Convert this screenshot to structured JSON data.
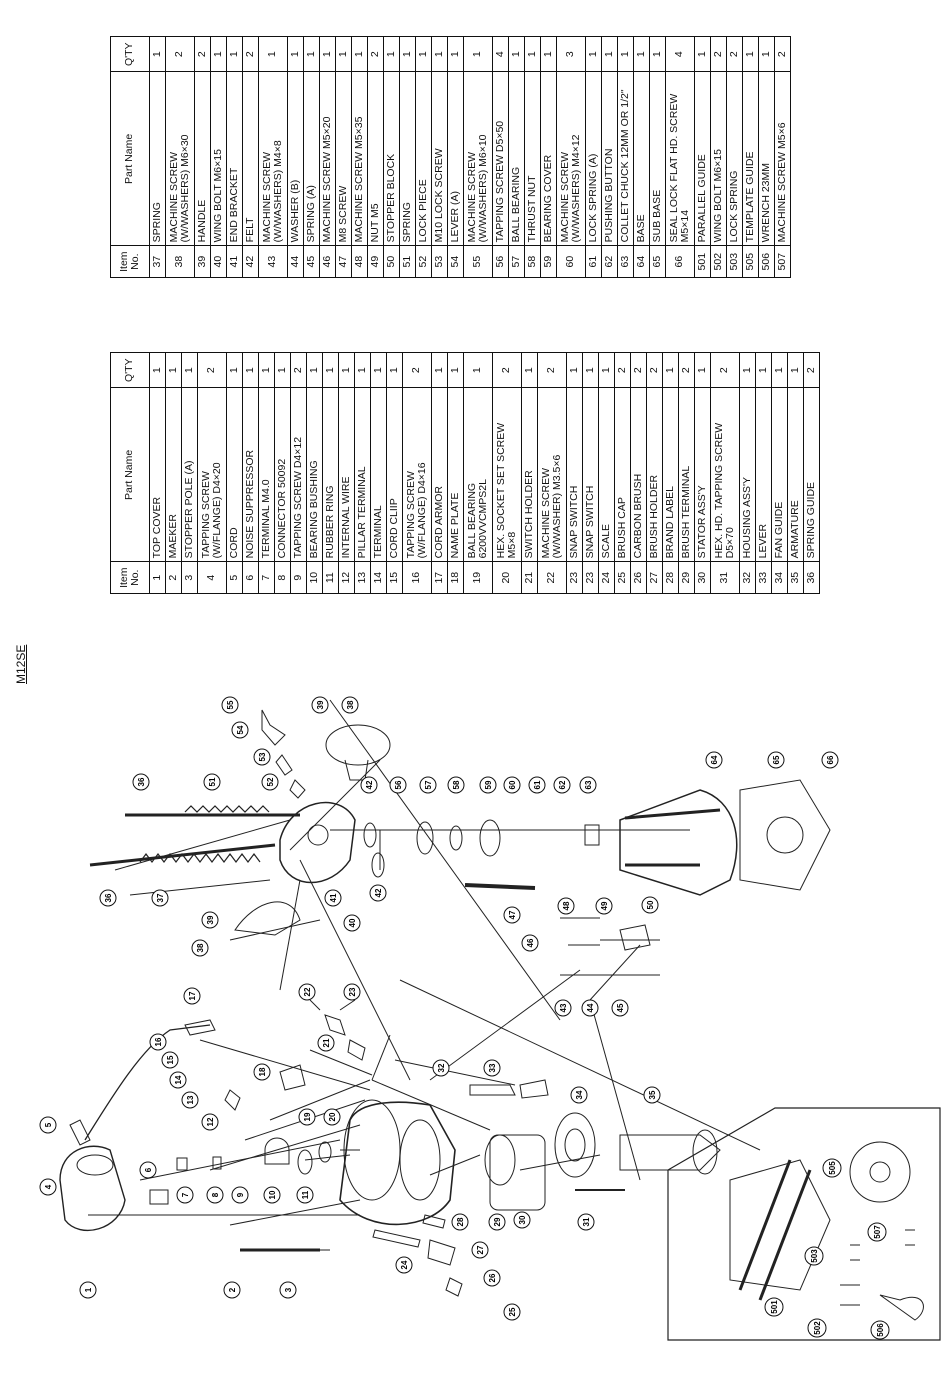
{
  "model": "M12SE",
  "headers": {
    "item_no": "Item No.",
    "part_name": "Part Name",
    "qty": "Q'TY"
  },
  "table_left": [
    {
      "no": "1",
      "name": "TOP COVER",
      "qty": "1"
    },
    {
      "no": "2",
      "name": "MAEKER",
      "qty": "1"
    },
    {
      "no": "3",
      "name": "STOPPER POLE (A)",
      "qty": "1"
    },
    {
      "no": "4",
      "name": "TAPPING SCREW\n(W/FLANGE) D4×20",
      "qty": "2"
    },
    {
      "no": "5",
      "name": "CORD",
      "qty": "1"
    },
    {
      "no": "6",
      "name": "NOISE SUPPRESSOR",
      "qty": "1"
    },
    {
      "no": "7",
      "name": "TERMINAL M4.0",
      "qty": "1"
    },
    {
      "no": "8",
      "name": "CONNECTOR 50092",
      "qty": "1"
    },
    {
      "no": "9",
      "name": "TAPPING SCREW D4×12",
      "qty": "2"
    },
    {
      "no": "10",
      "name": "BEARING BUSHING",
      "qty": "1"
    },
    {
      "no": "11",
      "name": "RUBBER RING",
      "qty": "1"
    },
    {
      "no": "12",
      "name": "INTERNAL WIRE",
      "qty": "1"
    },
    {
      "no": "13",
      "name": "PILLAR TERMINAL",
      "qty": "1"
    },
    {
      "no": "14",
      "name": "TERMINAL",
      "qty": "1"
    },
    {
      "no": "15",
      "name": "CORD CLIIP",
      "qty": "1"
    },
    {
      "no": "16",
      "name": "TAPPING SCREW\n(W/FLANGE) D4×16",
      "qty": "2"
    },
    {
      "no": "17",
      "name": "CORD ARMOR",
      "qty": "1"
    },
    {
      "no": "18",
      "name": "NAME PLATE",
      "qty": "1"
    },
    {
      "no": "19",
      "name": "BALL BEARING\n6200VVCMPS2L",
      "qty": "1"
    },
    {
      "no": "20",
      "name": "HEX. SOCKET SET SCREW\nM5×8",
      "qty": "2"
    },
    {
      "no": "21",
      "name": "SWITCH HOLDER",
      "qty": "1"
    },
    {
      "no": "22",
      "name": "MACHINE SCREW\n(W/WASHER) M3.5×6",
      "qty": "2"
    },
    {
      "no": "23",
      "name": "SNAP SWITCH",
      "qty": "1"
    },
    {
      "no": "23",
      "name": "SNAP SWITCH",
      "qty": "1"
    },
    {
      "no": "24",
      "name": "SCALE",
      "qty": "1"
    },
    {
      "no": "25",
      "name": "BRUSH CAP",
      "qty": "2"
    },
    {
      "no": "26",
      "name": "CARBON BRUSH",
      "qty": "2"
    },
    {
      "no": "27",
      "name": "BRUSH HOLDER",
      "qty": "2"
    },
    {
      "no": "28",
      "name": "BRAND LABEL",
      "qty": "1"
    },
    {
      "no": "29",
      "name": "BRUSH TERMINAL",
      "qty": "2"
    },
    {
      "no": "30",
      "name": "STATOR ASS'Y",
      "qty": "1"
    },
    {
      "no": "31",
      "name": "HEX. HD. TAPPING SCREW\nD5×70",
      "qty": "2"
    },
    {
      "no": "32",
      "name": "HOUSING ASS'Y",
      "qty": "1"
    },
    {
      "no": "33",
      "name": "LEVER",
      "qty": "1"
    },
    {
      "no": "34",
      "name": "FAN GUIDE",
      "qty": "1"
    },
    {
      "no": "35",
      "name": "ARMATURE",
      "qty": "1"
    },
    {
      "no": "36",
      "name": "SPRING GUIDE",
      "qty": "2"
    }
  ],
  "table_right": [
    {
      "no": "37",
      "name": "SPRING",
      "qty": "1"
    },
    {
      "no": "38",
      "name": "MACHINE SCREW\n(W/WASHERS) M6×30",
      "qty": "2"
    },
    {
      "no": "39",
      "name": "HANDLE",
      "qty": "2"
    },
    {
      "no": "40",
      "name": "WING BOLT M6×15",
      "qty": "1"
    },
    {
      "no": "41",
      "name": "END BRACKET",
      "qty": "1"
    },
    {
      "no": "42",
      "name": "FELT",
      "qty": "2"
    },
    {
      "no": "43",
      "name": "MACHINE SCREW\n(W/WASHERS) M4×8",
      "qty": "1"
    },
    {
      "no": "44",
      "name": "WASHER (B)",
      "qty": "1"
    },
    {
      "no": "45",
      "name": "SPRING (A)",
      "qty": "1"
    },
    {
      "no": "46",
      "name": "MACHINE SCREW M5×20",
      "qty": "1"
    },
    {
      "no": "47",
      "name": "M8 SCREW",
      "qty": "1"
    },
    {
      "no": "48",
      "name": "MACHINE SCREW M5×35",
      "qty": "1"
    },
    {
      "no": "49",
      "name": "NUT M5",
      "qty": "2"
    },
    {
      "no": "50",
      "name": "STOPPER BLOCK",
      "qty": "1"
    },
    {
      "no": "51",
      "name": "SPRING",
      "qty": "1"
    },
    {
      "no": "52",
      "name": "LOCK PIECE",
      "qty": "1"
    },
    {
      "no": "53",
      "name": "M10 LOCK SCREW",
      "qty": "1"
    },
    {
      "no": "54",
      "name": "LEVER (A)",
      "qty": "1"
    },
    {
      "no": "55",
      "name": "MACHINE SCREW\n(W/WASHERS) M6×10",
      "qty": "1"
    },
    {
      "no": "56",
      "name": "TAPPING SCREW D5×50",
      "qty": "4"
    },
    {
      "no": "57",
      "name": "BALL BEARING",
      "qty": "1"
    },
    {
      "no": "58",
      "name": "THRUST NUT",
      "qty": "1"
    },
    {
      "no": "59",
      "name": "BEARING COVER",
      "qty": "1"
    },
    {
      "no": "60",
      "name": "MACHINE SCREW\n(W/WASHERS) M4×12",
      "qty": "3"
    },
    {
      "no": "61",
      "name": "LOCK SPRING (A)",
      "qty": "1"
    },
    {
      "no": "62",
      "name": "PUSHING BUTTON",
      "qty": "1"
    },
    {
      "no": "63",
      "name": "COLLET CHUCK 12MM OR 1/2\"",
      "qty": "1"
    },
    {
      "no": "64",
      "name": "BASE",
      "qty": "1"
    },
    {
      "no": "65",
      "name": "SUB BASE",
      "qty": "1"
    },
    {
      "no": "66",
      "name": "SEAL LOCK FLAT HD. SCREW\nM5×14",
      "qty": "4"
    },
    {
      "no": "501",
      "name": "PARALLEL GUIDE",
      "qty": "1"
    },
    {
      "no": "502",
      "name": "WING BOLT M6×15",
      "qty": "2"
    },
    {
      "no": "503",
      "name": "LOCK SPRING",
      "qty": "2"
    },
    {
      "no": "505",
      "name": "TEMPLATE GUIDE",
      "qty": "1"
    },
    {
      "no": "506",
      "name": "WRENCH 23MM",
      "qty": "1"
    },
    {
      "no": "507",
      "name": "MACHINE SCREW M5×6",
      "qty": "2"
    }
  ],
  "callouts": [
    "1",
    "2",
    "3",
    "4",
    "5",
    "6",
    "7",
    "8",
    "9",
    "10",
    "11",
    "12",
    "13",
    "14",
    "15",
    "16",
    "17",
    "18",
    "19",
    "20",
    "21",
    "22",
    "23",
    "24",
    "25",
    "26",
    "27",
    "28",
    "29",
    "30",
    "31",
    "32",
    "33",
    "34",
    "35",
    "36",
    "36",
    "37",
    "38",
    "38",
    "39",
    "39",
    "40",
    "41",
    "42",
    "42",
    "43",
    "44",
    "45",
    "46",
    "47",
    "48",
    "49",
    "50",
    "51",
    "52",
    "53",
    "54",
    "55",
    "56",
    "57",
    "58",
    "59",
    "60",
    "61",
    "62",
    "63",
    "64",
    "65",
    "66",
    "501",
    "502",
    "503",
    "505",
    "506",
    "507"
  ]
}
